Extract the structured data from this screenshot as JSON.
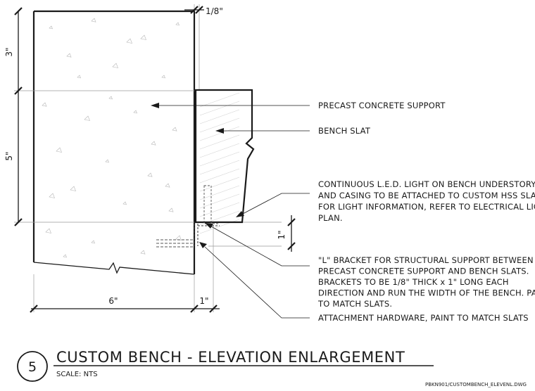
{
  "notes": {
    "precast": "PRECAST CONCRETE SUPPORT",
    "slat": "BENCH SLAT",
    "led": [
      "CONTINUOUS L.E.D. LIGHT ON BENCH UNDERSTORY. LIGHT",
      "AND CASING TO BE ATTACHED TO CUSTOM HSS SLAT.",
      "FOR LIGHT INFORMATION, REFER TO ELECTRICAL LIGHTING",
      "PLAN."
    ],
    "bracket": [
      "\"L\" BRACKET FOR STRUCTURAL SUPPORT BETWEEN",
      "PRECAST CONCRETE SUPPORT AND BENCH SLATS.",
      "BRACKETS TO BE 1/8\" THICK x 1\" LONG EACH",
      "DIRECTION AND RUN THE WIDTH OF THE BENCH. PAINT",
      "TO MATCH SLATS."
    ],
    "hardware": "ATTACHMENT HARDWARE, PAINT TO MATCH SLATS"
  },
  "dimensions": {
    "gap": "1/8\"",
    "top": "3\"",
    "middle": "5\"",
    "width": "6\"",
    "right": "1\"",
    "bracket": "1\""
  },
  "title_block": {
    "number": "5",
    "title": "CUSTOM BENCH - ELEVATION ENLARGEMENT",
    "scale": "SCALE: NTS",
    "file": "PBKN901/CUSTOMBENCH_ELEVENL.DWG"
  }
}
